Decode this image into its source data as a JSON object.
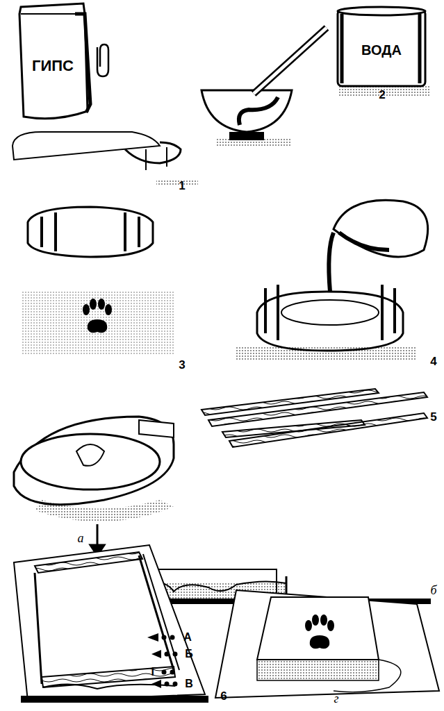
{
  "diagram": {
    "labels": [
      "ГИПС",
      "1",
      "ВОДА",
      "2",
      "3",
      "4",
      "5",
      "а",
      "б",
      "А",
      "Б",
      "В",
      "в",
      "6",
      "Г",
      "г"
    ]
  }
}
